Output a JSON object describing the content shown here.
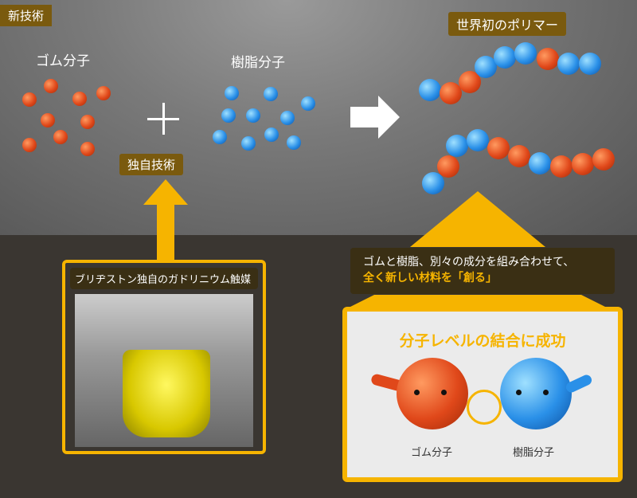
{
  "new_tech_label": "新技術",
  "rubber_label": "ゴム分子",
  "resin_label": "樹脂分子",
  "world_first_label": "世界初のポリマー",
  "proprietary_label": "独自技術",
  "catalyst_caption": "ブリヂストン独自のガドリニウム触媒",
  "message_line1": "ゴムと樹脂、別々の成分を組み合わせて、",
  "message_line2": "全く新しい材料を「創る」",
  "success_title": "分子レベルの結合に成功",
  "bond_rubber_label": "ゴム分子",
  "bond_resin_label": "樹脂分子",
  "colors": {
    "accent": "#f6b400",
    "rubber": "#e0481a",
    "resin": "#2a90e8"
  }
}
